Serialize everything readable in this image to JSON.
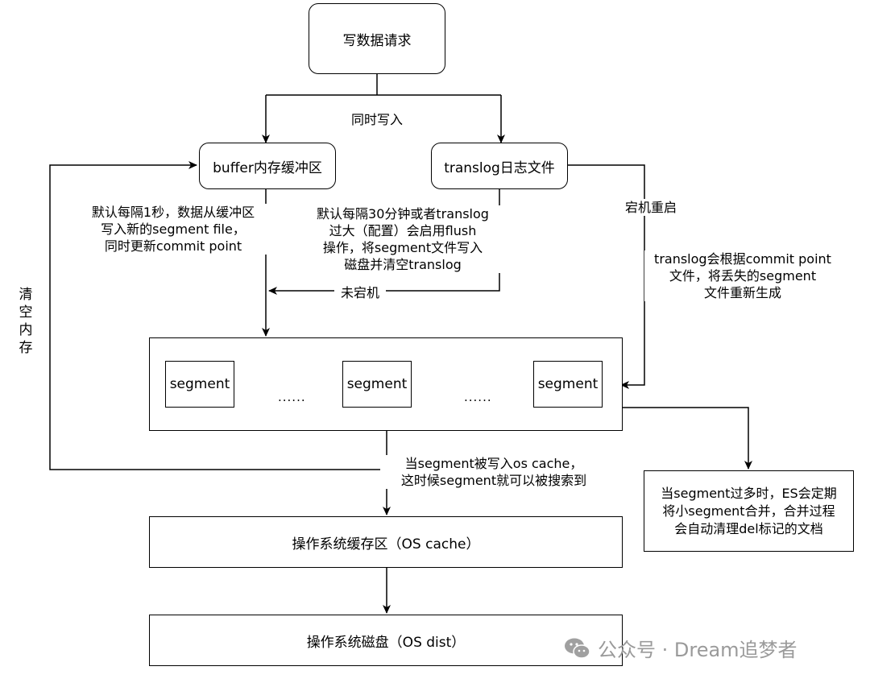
{
  "nodes": {
    "write_request": "写数据请求",
    "buffer": "buffer内存缓冲区",
    "translog": "translog日志文件",
    "segment_1": "segment",
    "segment_2": "segment",
    "segment_3": "segment",
    "ellipsis_1": "......",
    "ellipsis_2": "......",
    "os_cache": "操作系统缓存区（OS cache）",
    "os_disk": "操作系统磁盘（OS dist）",
    "merge_note": "当segment过多时，ES会定期\n将小segment合并，合并过程\n会自动清理del标记的文档"
  },
  "labels": {
    "simultaneous_write": "同时写入",
    "buffer_refresh": "默认每隔1秒，数据从缓冲区\n写入新的segment file，\n同时更新commit point",
    "translog_flush": "默认每隔30分钟或者translog\n过大（配置）会启用flush\n操作，将segment文件写入\n磁盘并清空translog",
    "no_crash": "未宕机",
    "crash_restart": "宕机重启",
    "translog_recover": "translog会根据commit point\n文件，将丢失的segment\n文件重新生成",
    "clear_memory": "清空内存",
    "searchable": "当segment被写入os cache，\n这时候segment就可以被搜索到"
  },
  "watermark": {
    "icon": "wechat-icon",
    "text": "公众号 · Dream追梦者"
  }
}
